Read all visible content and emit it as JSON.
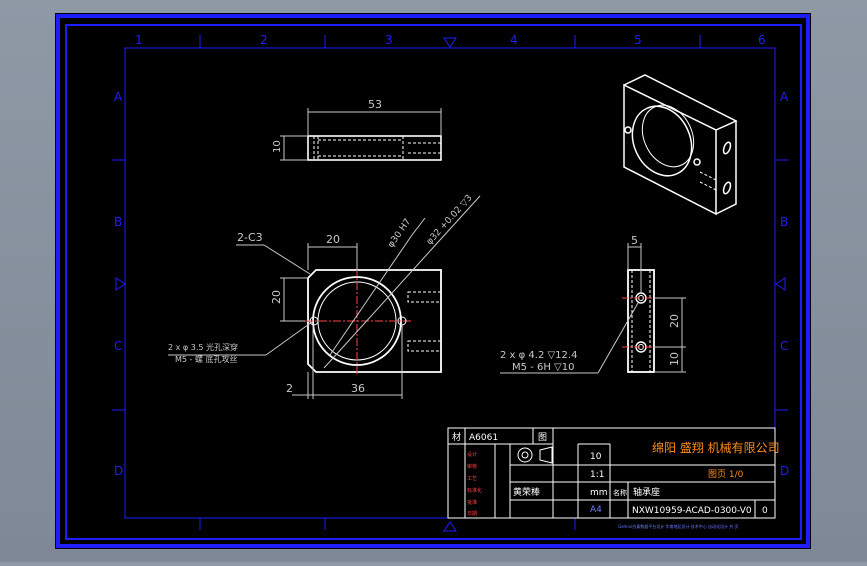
{
  "frame": {
    "col_labels": [
      "1",
      "2",
      "3",
      "4",
      "5",
      "6"
    ],
    "row_labels": [
      "A",
      "B",
      "C",
      "D"
    ]
  },
  "views": {
    "top": {
      "dim_width": "53",
      "dim_height": "10"
    },
    "front": {
      "chamfer": "2-C3",
      "dim_top": "20",
      "dim_left": "20",
      "dim_bottom": "36",
      "dim_bottom_left": "2",
      "bore_1": "φ30 H7",
      "bore_2": "φ32 +0.02 ▽3",
      "note_line1": "2 x φ 3.5 光孔深穿",
      "note_line2": "M5 - 螺 底孔攻丝"
    },
    "side": {
      "dim_top": "5",
      "dim_mid": "20",
      "dim_low": "10",
      "note_line1": "2 x φ 4.2 ▽12.4",
      "note_line2": "M5 - 6H ▽10"
    }
  },
  "title_block": {
    "material": "A6061",
    "cell_mat_label": "材",
    "cell_top_right": "图",
    "company": "绵阳 盛翔 机械有限公司",
    "scale_label": "图页 1/0",
    "qty": "10",
    "scale": "1:1",
    "unit": "mm",
    "size": "A4",
    "designer": "黄荣棒",
    "part_name": "轴承座",
    "part_prefix": "名称",
    "drawing_no": "NXW10959-ACAD-0300-V0",
    "revision": "0",
    "footer": "Gemini仿真数据平台设计 华南地区设计 技术中心 自动化设计 共 页",
    "side_labels": [
      "设计",
      "审核",
      "工艺",
      "标准化",
      "批准",
      "日期"
    ]
  },
  "colors": {
    "frame_blue": "#1d1dff",
    "line_white": "#ffffff",
    "dim_gray": "#c8c8c8",
    "center_red": "#ff4040",
    "title_orange": "#ff8c1a",
    "ink_blue": "#6a7cff"
  }
}
